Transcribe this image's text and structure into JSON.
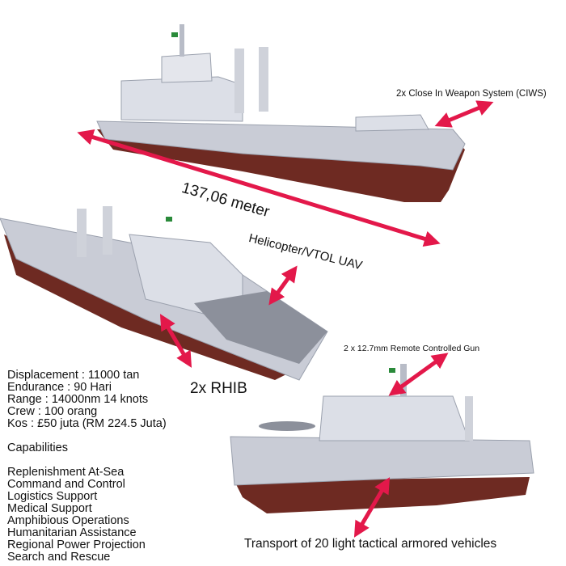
{
  "labels": {
    "length": "137,06 meter",
    "ciws": "2x Close In Weapon System (CIWS)",
    "helicopter": "Helicopter/VTOL UAV",
    "rhib": "2x RHIB",
    "gun": "2 x 12.7mm Remote Controlled Gun",
    "transport": "Transport of 20 light tactical armored vehicles"
  },
  "specs": [
    "Displacement : 11000 tan",
    "Endurance : 90 Hari",
    "Range : 14000nm 14 knots",
    "Crew : 100 orang",
    "Kos : £50 juta (RM 224.5 Juta)"
  ],
  "capabilities_title": "Capabilities",
  "capabilities": [
    "Replenishment At-Sea",
    "Command and Control",
    "Logistics Support",
    "Medical Support",
    "Amphibious Operations",
    "Humanitarian Assistance",
    "Regional Power Projection",
    "Search and Rescue"
  ],
  "colors": {
    "arrow": "#e3184a",
    "hull": "#6e2a22",
    "deck": "#c9ccd6",
    "superstructure": "#dcdfe7"
  }
}
